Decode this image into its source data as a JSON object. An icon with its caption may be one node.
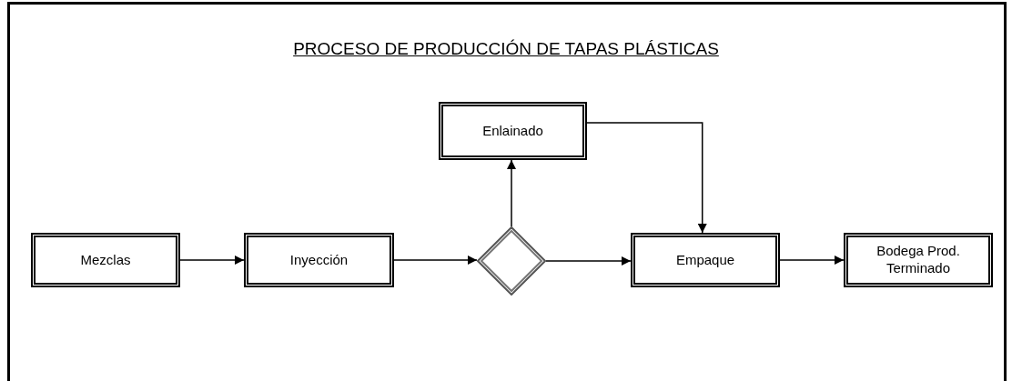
{
  "diagram": {
    "title": "PROCESO DE PRODUCCIÓN DE TAPAS PLÁSTICAS",
    "nodes": [
      {
        "text": [
          "Mezclas"
        ]
      },
      {
        "text": [
          "Inyección"
        ]
      },
      {
        "text": [],
        "shape": "diamond"
      },
      {
        "text": [
          "Enlainado"
        ]
      },
      {
        "text": [
          "Empaque"
        ]
      },
      {
        "text": [
          "Bodega Prod. Terminado"
        ]
      }
    ],
    "edges": [
      {
        "from": 0,
        "to": 1,
        "arrow": "to"
      },
      {
        "from": 1,
        "to": 2,
        "arrow": "to"
      },
      {
        "from": 2,
        "to": 3,
        "arrow": "to"
      },
      {
        "from": 2,
        "to": 4,
        "arrow": "to"
      },
      {
        "from": 3,
        "to": 4,
        "arrow": "to"
      },
      {
        "from": 4,
        "to": 5,
        "arrow": "to"
      }
    ]
  }
}
